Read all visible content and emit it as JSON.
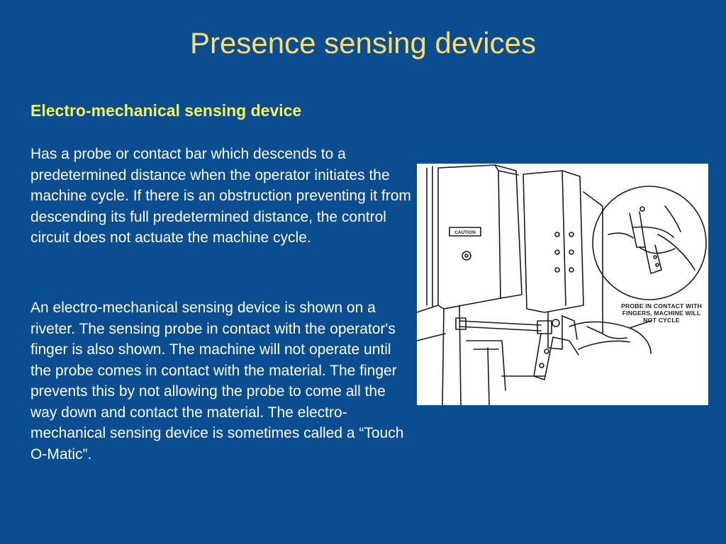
{
  "slide": {
    "title": "Presence sensing devices",
    "subtitle": "Electro-mechanical sensing device",
    "paragraph1": "Has a probe or contact bar which descends to a predetermined distance when the operator initiates the machine cycle. If there is an obstruction preventing it from descending its full predetermined distance, the control circuit does not actuate the machine cycle.",
    "paragraph2": "An electro-mechanical sensing device is shown on a riveter. The sensing probe in contact with the operator's finger is also shown. The machine will not operate until the probe comes in contact with the material. The finger prevents this by not allowing the probe to come all the way down and contact the material. The electro-mechanical sensing device is sometimes called a “Touch O-Matic”."
  },
  "illustration": {
    "machine_sign": "CAUTION",
    "callout_line1": "PROBE IN CONTACT WITH",
    "callout_line2": "FINGERS, MACHINE WILL",
    "callout_line3": "NOT CYCLE"
  }
}
